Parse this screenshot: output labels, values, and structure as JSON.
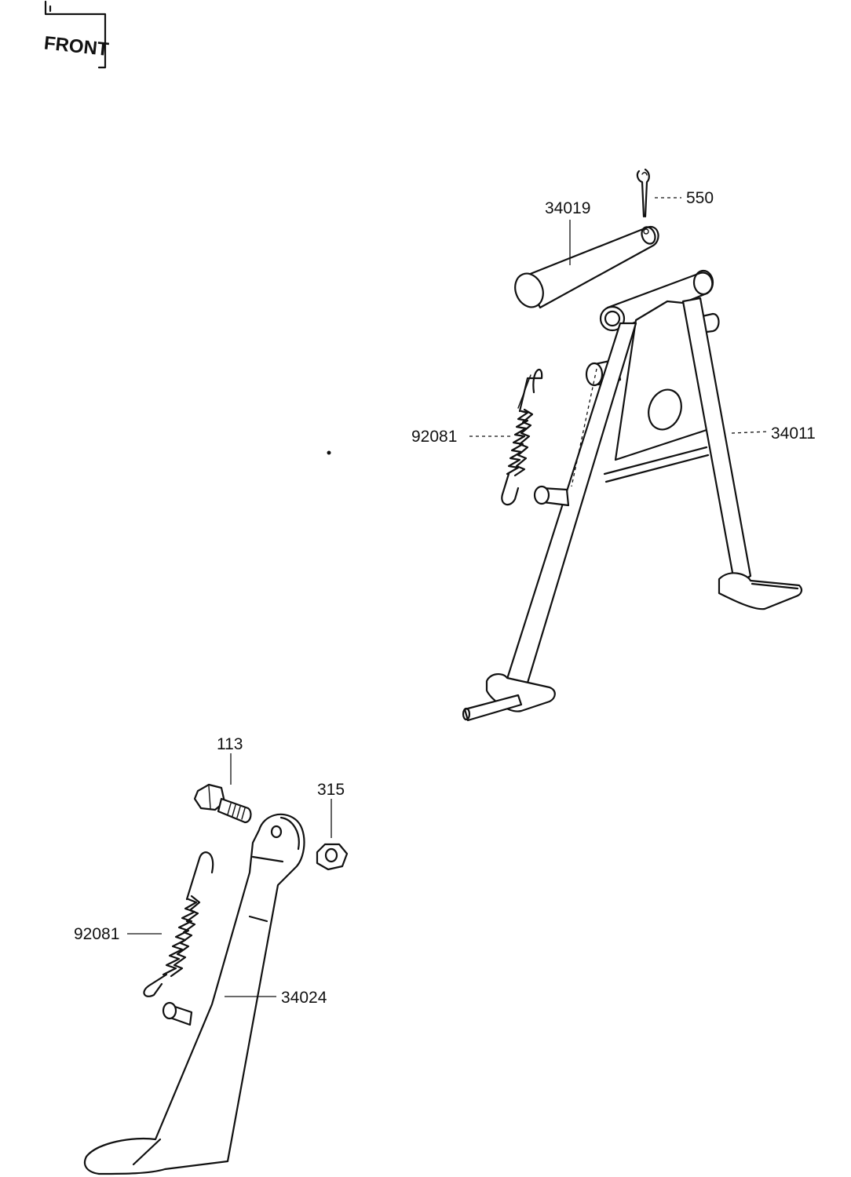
{
  "front_marker": {
    "text": "FRONT",
    "icon": "front-direction-icon"
  },
  "callouts": {
    "pin": "34019",
    "cotter_pin": "550",
    "spring_center": "92081",
    "center_stand": "34011",
    "bolt": "113",
    "nut": "315",
    "spring_side": "92081",
    "side_stand": "34024"
  },
  "colors": {
    "line": "#111111",
    "background": "#ffffff"
  }
}
